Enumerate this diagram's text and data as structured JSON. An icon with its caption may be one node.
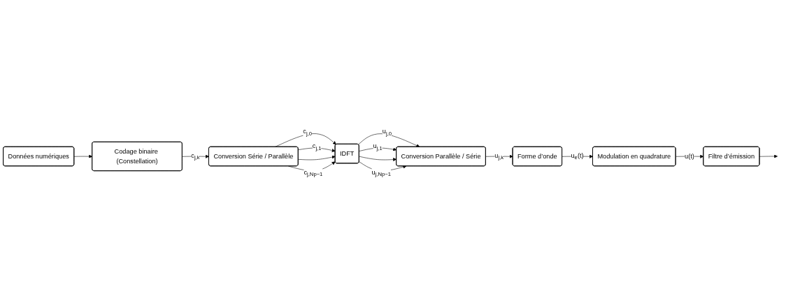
{
  "diagram": {
    "nodes": [
      {
        "text": [
          "Données numériques"
        ]
      },
      {
        "text": [
          "Codage binaire (Constellation)"
        ]
      },
      {
        "text": [
          "Conversion Série / Parallèle"
        ]
      },
      {
        "text": [
          "IDFT"
        ]
      },
      {
        "text": [
          "Conversion Parallèle / Série"
        ]
      },
      {
        "text": [
          "Forme d’onde"
        ]
      },
      {
        "text": [
          "Modulation en quadrature"
        ]
      },
      {
        "text": [
          "Filtre d’émission"
        ]
      }
    ],
    "edges": [
      {
        "from": 0,
        "to": 1,
        "arrow": "to"
      },
      {
        "from": 1,
        "to": 2,
        "arrow": "to",
        "label": "c$_{j,k}$"
      },
      {
        "from": 2,
        "to": 3,
        "arrow": "to",
        "label": "c$_{j,0}$"
      },
      {
        "from": 2,
        "to": 3,
        "arrow": "to",
        "label": "c$_{j,1}$"
      },
      {
        "from": 2,
        "to": 3,
        "arrow": "to"
      },
      {
        "from": 2,
        "to": 3,
        "arrow": "to",
        "label": "c$_{j,Np−1}$"
      },
      {
        "from": 3,
        "to": 4,
        "arrow": "to",
        "label": "u$_{j,0}$"
      },
      {
        "from": 3,
        "to": 4,
        "arrow": "to",
        "label": "u$_{j,1}$"
      },
      {
        "from": 3,
        "to": 4,
        "arrow": "to"
      },
      {
        "from": 3,
        "to": 4,
        "arrow": "to",
        "label": "u$_{j,Np−1}$"
      },
      {
        "from": 4,
        "to": 5,
        "arrow": "to",
        "label": "u$_{j,k}$"
      },
      {
        "from": 5,
        "to": 6,
        "arrow": "to",
        "label": "u$_{e}$(t)"
      },
      {
        "from": 6,
        "to": 7,
        "arrow": "to",
        "label": "u(t)"
      },
      {
        "from": 7,
        "to": null,
        "arrow": "to"
      }
    ]
  }
}
